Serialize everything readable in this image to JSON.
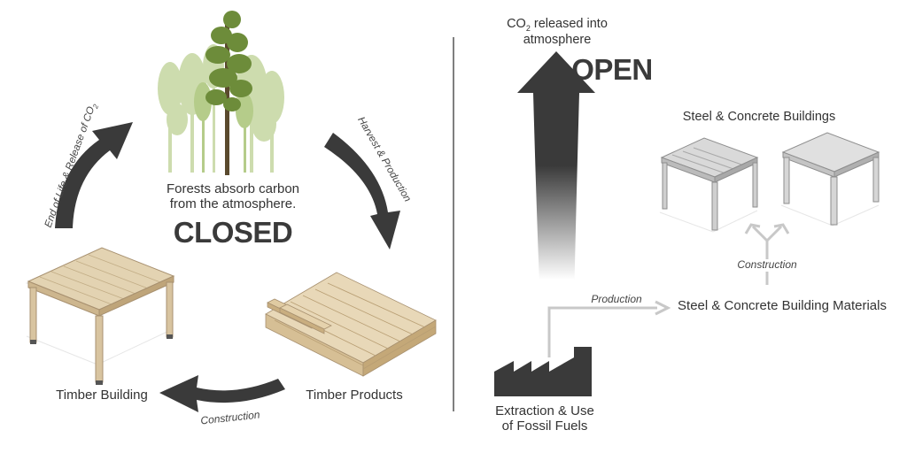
{
  "closed": {
    "heading": "CLOSED",
    "forest_label_line1": "Forests absorb carbon",
    "forest_label_line2": "from the atmosphere.",
    "arrow_harvest": "Harvest & Production",
    "arrow_construction": "Construction",
    "arrow_end_of_life": "End of Life & Release of CO",
    "arrow_end_of_life_sub": "2",
    "timber_building": "Timber Building",
    "timber_products": "Timber Products"
  },
  "open": {
    "heading": "OPEN",
    "co2_prefix": "CO",
    "co2_sub": "2",
    "co2_suffix": " released into",
    "co2_line2": "atmosphere",
    "steel_buildings": "Steel & Concrete Buildings",
    "arrow_construction": "Construction",
    "arrow_production": "Production",
    "materials": "Steel & Concrete Building Materials",
    "fossil_line1": "Extraction & Use",
    "fossil_line2": "of Fossil Fuels"
  },
  "colors": {
    "dark_arrow": "#3a3a3a",
    "light_arrow": "#c8c8c8",
    "wood": "#d8c4a0",
    "wood_edge": "#a89170",
    "tree_dark": "#6d8c3a",
    "tree_light": "#c9dba8",
    "steel": "#d0d0d0",
    "steel_edge": "#999999"
  }
}
